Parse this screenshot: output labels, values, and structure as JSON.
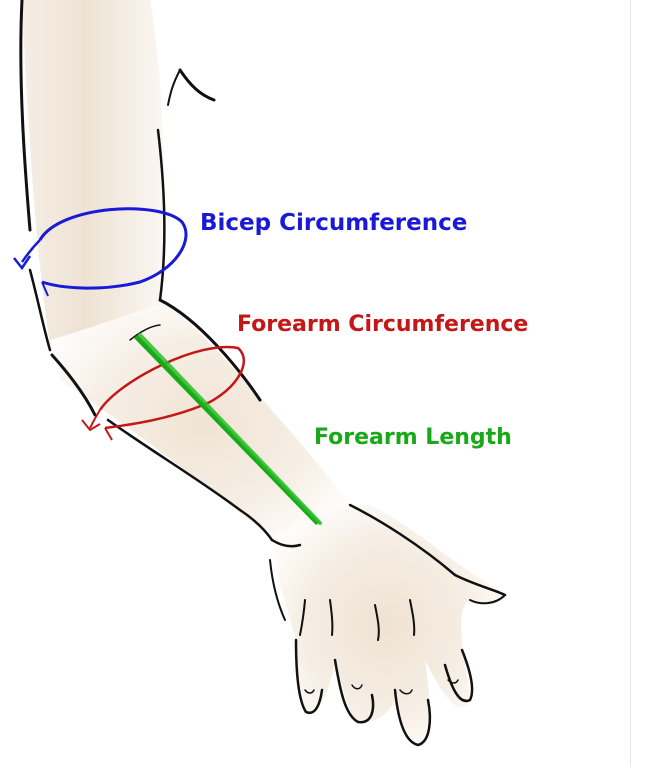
{
  "labels": {
    "bicep_circumference": "Bicep Circumference",
    "forearm_circumference": "Forearm Circumference",
    "forearm_length": "Forearm Length"
  },
  "colors": {
    "bicep": "#1a1ad6",
    "forearm_circumference": "#c41818",
    "forearm_length": "#18a818",
    "skin": "#f2e8dc",
    "outline": "#111111"
  }
}
